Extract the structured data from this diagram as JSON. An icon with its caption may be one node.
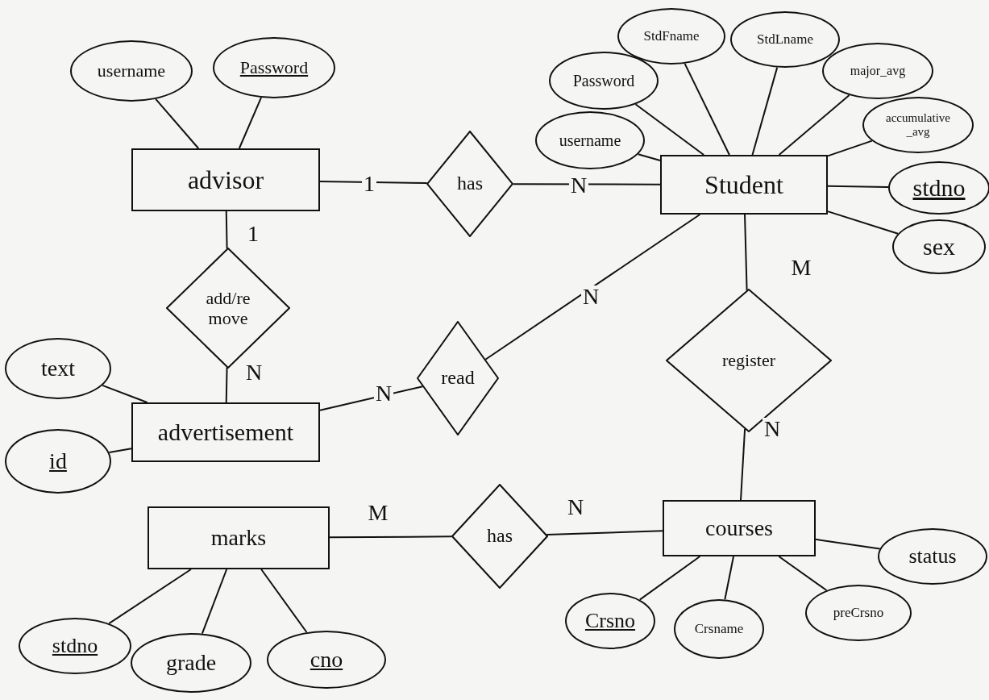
{
  "diagram": {
    "nodes": [
      {
        "text": [
          "advisor"
        ]
      },
      {
        "text": [
          "username"
        ]
      },
      {
        "text": [
          "Password"
        ]
      },
      {
        "text": [
          "has"
        ]
      },
      {
        "text": [
          "Student"
        ]
      },
      {
        "text": [
          "Password"
        ]
      },
      {
        "text": [
          "StdFname"
        ]
      },
      {
        "text": [
          "StdLname"
        ]
      },
      {
        "text": [
          "major_avg"
        ]
      },
      {
        "text": [
          "accumulative _avg"
        ]
      },
      {
        "text": [
          "username"
        ]
      },
      {
        "text": [
          "stdno"
        ]
      },
      {
        "text": [
          "sex"
        ]
      },
      {
        "text": [
          "add/re move"
        ]
      },
      {
        "text": [
          "register"
        ]
      },
      {
        "text": [
          "read"
        ]
      },
      {
        "text": [
          "text"
        ]
      },
      {
        "text": [
          "id"
        ]
      },
      {
        "text": [
          "advertisement"
        ]
      },
      {
        "text": [
          "marks"
        ]
      },
      {
        "text": [
          "has"
        ]
      },
      {
        "text": [
          "courses"
        ]
      },
      {
        "text": [
          "status"
        ]
      },
      {
        "text": [
          "Crsno"
        ]
      },
      {
        "text": [
          "Crsname"
        ]
      },
      {
        "text": [
          "preCrsno"
        ]
      },
      {
        "text": [
          "stdno"
        ]
      },
      {
        "text": [
          "grade"
        ]
      },
      {
        "text": [
          "cno"
        ]
      }
    ],
    "edges": [
      {
        "from": 1,
        "to": 0,
        "arrow": "none"
      },
      {
        "from": 2,
        "to": 0,
        "arrow": "none"
      },
      {
        "from": 0,
        "to": 3,
        "arrow": "none",
        "label": "1"
      },
      {
        "from": 3,
        "to": 4,
        "arrow": "none",
        "label": "N"
      },
      {
        "from": 5,
        "to": 4,
        "arrow": "none"
      },
      {
        "from": 6,
        "to": 4,
        "arrow": "none"
      },
      {
        "from": 7,
        "to": 4,
        "arrow": "none"
      },
      {
        "from": 8,
        "to": 4,
        "arrow": "none"
      },
      {
        "from": 9,
        "to": 4,
        "arrow": "none"
      },
      {
        "from": 10,
        "to": 4,
        "arrow": "none"
      },
      {
        "from": 11,
        "to": 4,
        "arrow": "none"
      },
      {
        "from": 12,
        "to": 4,
        "arrow": "none"
      },
      {
        "from": 0,
        "to": 13,
        "arrow": "none",
        "label": "1"
      },
      {
        "from": 13,
        "to": 18,
        "arrow": "none",
        "label": "N"
      },
      {
        "from": 4,
        "to": 15,
        "arrow": "none",
        "label": "N"
      },
      {
        "from": 15,
        "to": 18,
        "arrow": "none",
        "label": "N"
      },
      {
        "from": 4,
        "to": 14,
        "arrow": "none",
        "label": "M"
      },
      {
        "from": 14,
        "to": 21,
        "arrow": "none",
        "label": "N"
      },
      {
        "from": 16,
        "to": 18,
        "arrow": "none"
      },
      {
        "from": 17,
        "to": 18,
        "arrow": "none"
      },
      {
        "from": 19,
        "to": 20,
        "arrow": "none",
        "label": "M"
      },
      {
        "from": 20,
        "to": 21,
        "arrow": "none",
        "label": "N"
      },
      {
        "from": 22,
        "to": 21,
        "arrow": "none"
      },
      {
        "from": 23,
        "to": 21,
        "arrow": "none"
      },
      {
        "from": 24,
        "to": 21,
        "arrow": "none"
      },
      {
        "from": 25,
        "to": 21,
        "arrow": "none"
      },
      {
        "from": 26,
        "to": 19,
        "arrow": "none"
      },
      {
        "from": 27,
        "to": 19,
        "arrow": "none"
      },
      {
        "from": 28,
        "to": 19,
        "arrow": "none"
      }
    ]
  }
}
